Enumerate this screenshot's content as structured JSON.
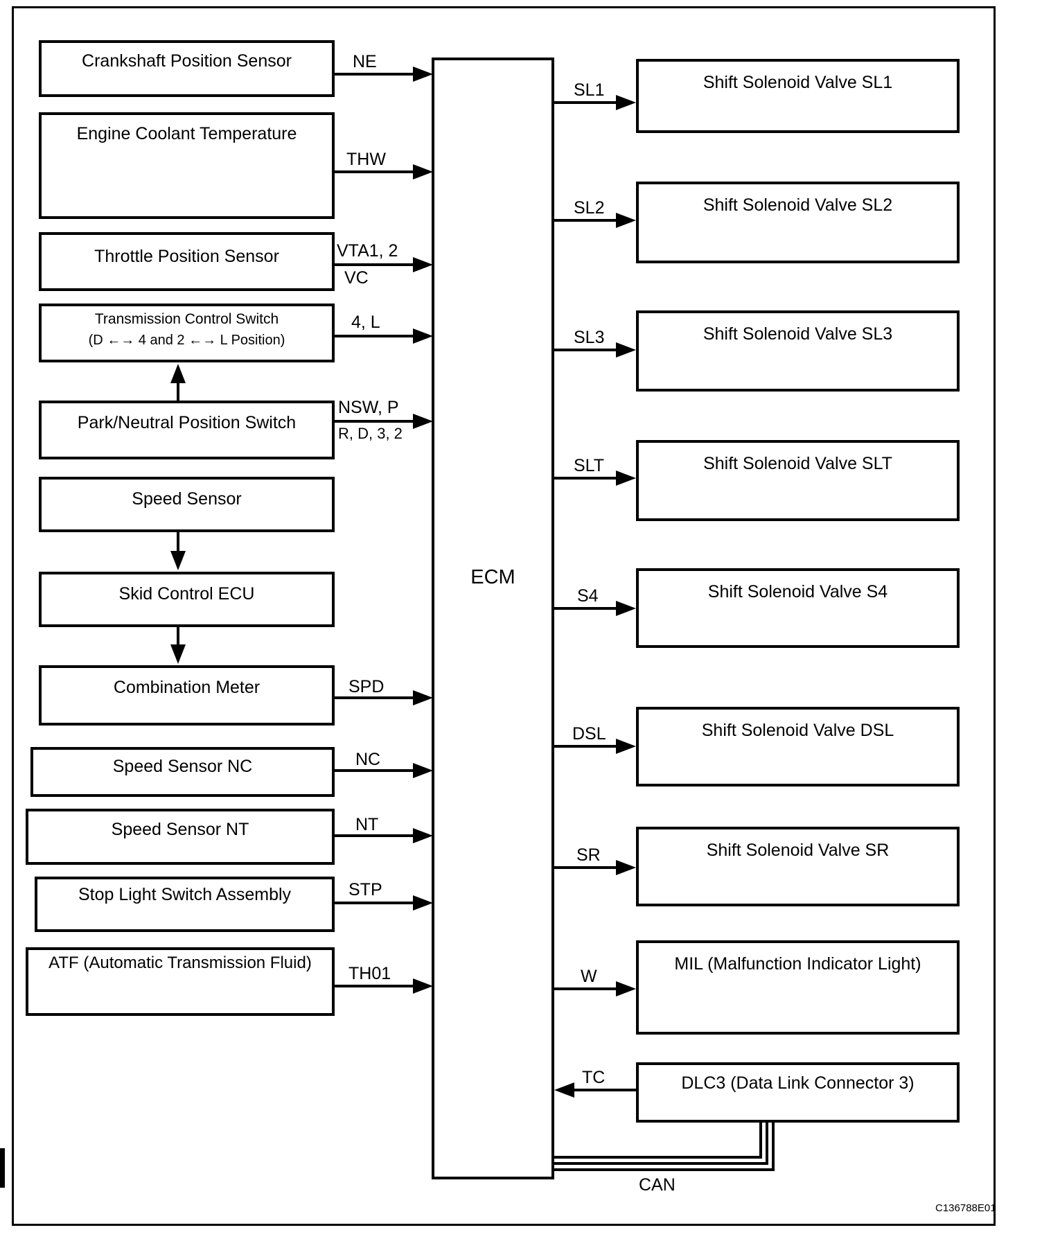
{
  "figure_code": "C136788E01",
  "ecm": {
    "label": "ECM"
  },
  "can": {
    "label": "CAN"
  },
  "inputs": [
    {
      "label": "Crankshaft Position Sensor",
      "signal": "NE"
    },
    {
      "label": "Engine Coolant Temperature",
      "signal": "THW"
    },
    {
      "label": "Throttle Position Sensor",
      "signal": "VTA1, 2",
      "signal_below": "VC"
    },
    {
      "label": "Transmission Control Switch",
      "sublabel": "(D ←→ 4 and 2 ←→ L Position)",
      "signal": "4, L"
    },
    {
      "label": "Park/Neutral Position Switch",
      "signal": "NSW, P",
      "signal_below": "R, D, 3, 2"
    },
    {
      "label": "Speed Sensor"
    },
    {
      "label": "Skid Control ECU"
    },
    {
      "label": "Combination Meter",
      "signal": "SPD"
    },
    {
      "label": "Speed Sensor NC",
      "signal": "NC"
    },
    {
      "label": "Speed Sensor NT",
      "signal": "NT"
    },
    {
      "label": "Stop Light Switch Assembly",
      "signal": "STP"
    },
    {
      "label": "ATF (Automatic Transmission Fluid)",
      "signal": "TH01"
    }
  ],
  "outputs": [
    {
      "label": "Shift Solenoid Valve SL1",
      "signal": "SL1"
    },
    {
      "label": "Shift Solenoid Valve SL2",
      "signal": "SL2"
    },
    {
      "label": "Shift Solenoid Valve SL3",
      "signal": "SL3"
    },
    {
      "label": "Shift Solenoid Valve SLT",
      "signal": "SLT"
    },
    {
      "label": "Shift Solenoid Valve S4",
      "signal": "S4"
    },
    {
      "label": "Shift Solenoid Valve DSL",
      "signal": "DSL"
    },
    {
      "label": "Shift Solenoid Valve SR",
      "signal": "SR"
    },
    {
      "label": "MIL (Malfunction Indicator Light)",
      "signal": "W"
    },
    {
      "label": "DLC3 (Data Link Connector 3)",
      "signal": "TC"
    }
  ]
}
